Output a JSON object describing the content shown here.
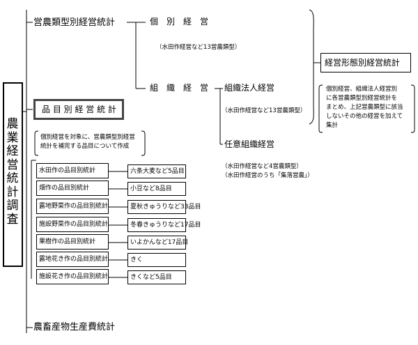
{
  "root": {
    "chars": [
      "農",
      "業",
      "経",
      "営",
      "統",
      "計",
      "調",
      "査"
    ]
  },
  "nodes": {
    "by_type": "営農類型別経営統計",
    "individual": "個　別　経　営",
    "individual_note": "（水田作経営など13営農類型）",
    "organization": "組　織　経　営",
    "corporate": "組織法人経営",
    "corporate_note": "（水田作経営など13営農類型）",
    "voluntary": "任意組織経営",
    "voluntary_note_1": "（水田作経営など4営農類型）",
    "voluntary_note_2": "（水田作経営のうち「集落営農」）",
    "by_form": "経営形態別経営統計",
    "by_form_note": [
      "個別経営、組織法人経営別",
      "に各営農類型別経営統計を",
      "まとめ、上記営農類型に該当",
      "しないその他の経営を加えて",
      "集計"
    ],
    "by_item": "品 目 別 経 営 統 計",
    "by_item_note": [
      "個別経営を対象に、営農類型別経営",
      "統計を補完する品目について作成"
    ],
    "livestock": "農畜産物生産費統計"
  },
  "products": [
    {
      "name": "水田作の品目別統計",
      "detail": "六条大麦など5品目"
    },
    {
      "name": "畑作の品目別統計",
      "detail": "小豆など8品目"
    },
    {
      "name": "露地野菜作の品目別統計",
      "detail": "夏秋きゅうりなど33品目"
    },
    {
      "name": "施設野菜作の品目別統計",
      "detail": "冬春きゅうりなど17品目"
    },
    {
      "name": "果樹作の品目別統計",
      "detail": "いよかんなど17品目"
    },
    {
      "name": "露地花き作の品目別統計",
      "detail": "きく"
    },
    {
      "name": "施設花き作の品目別統計",
      "detail": "きくなど5品目"
    }
  ]
}
